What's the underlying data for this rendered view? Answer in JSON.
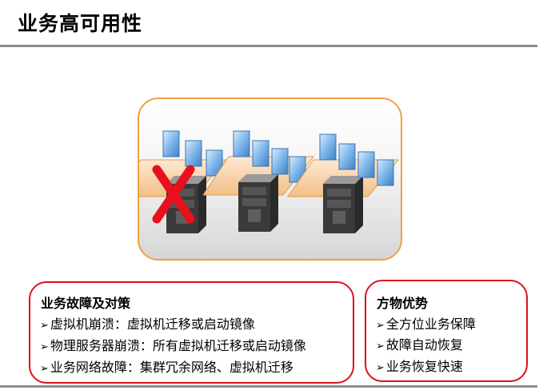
{
  "page": {
    "title": "业务高可用性"
  },
  "diagram": {
    "servers": 3,
    "failed_server": 1,
    "vms_per_server": [
      3,
      4,
      4
    ],
    "failure_mark": "X"
  },
  "faults": {
    "title": "业务故障及对策",
    "items": [
      "虚拟机崩溃：虚拟机迁移或启动镜像",
      "物理服务器崩溃：所有虚拟机迁移或启动镜像",
      "业务网络故障：集群冗余网络、虚拟机迁移"
    ]
  },
  "advantages": {
    "title": "方物优势",
    "items": [
      "全方位业务保障",
      "故障自动恢复",
      "业务恢复快速"
    ]
  },
  "colors": {
    "accent_red": "#d9121b",
    "panel_border": "#f0a040",
    "vm_blue": "#7fb7e8",
    "rule_gray": "#8c8c8c"
  }
}
